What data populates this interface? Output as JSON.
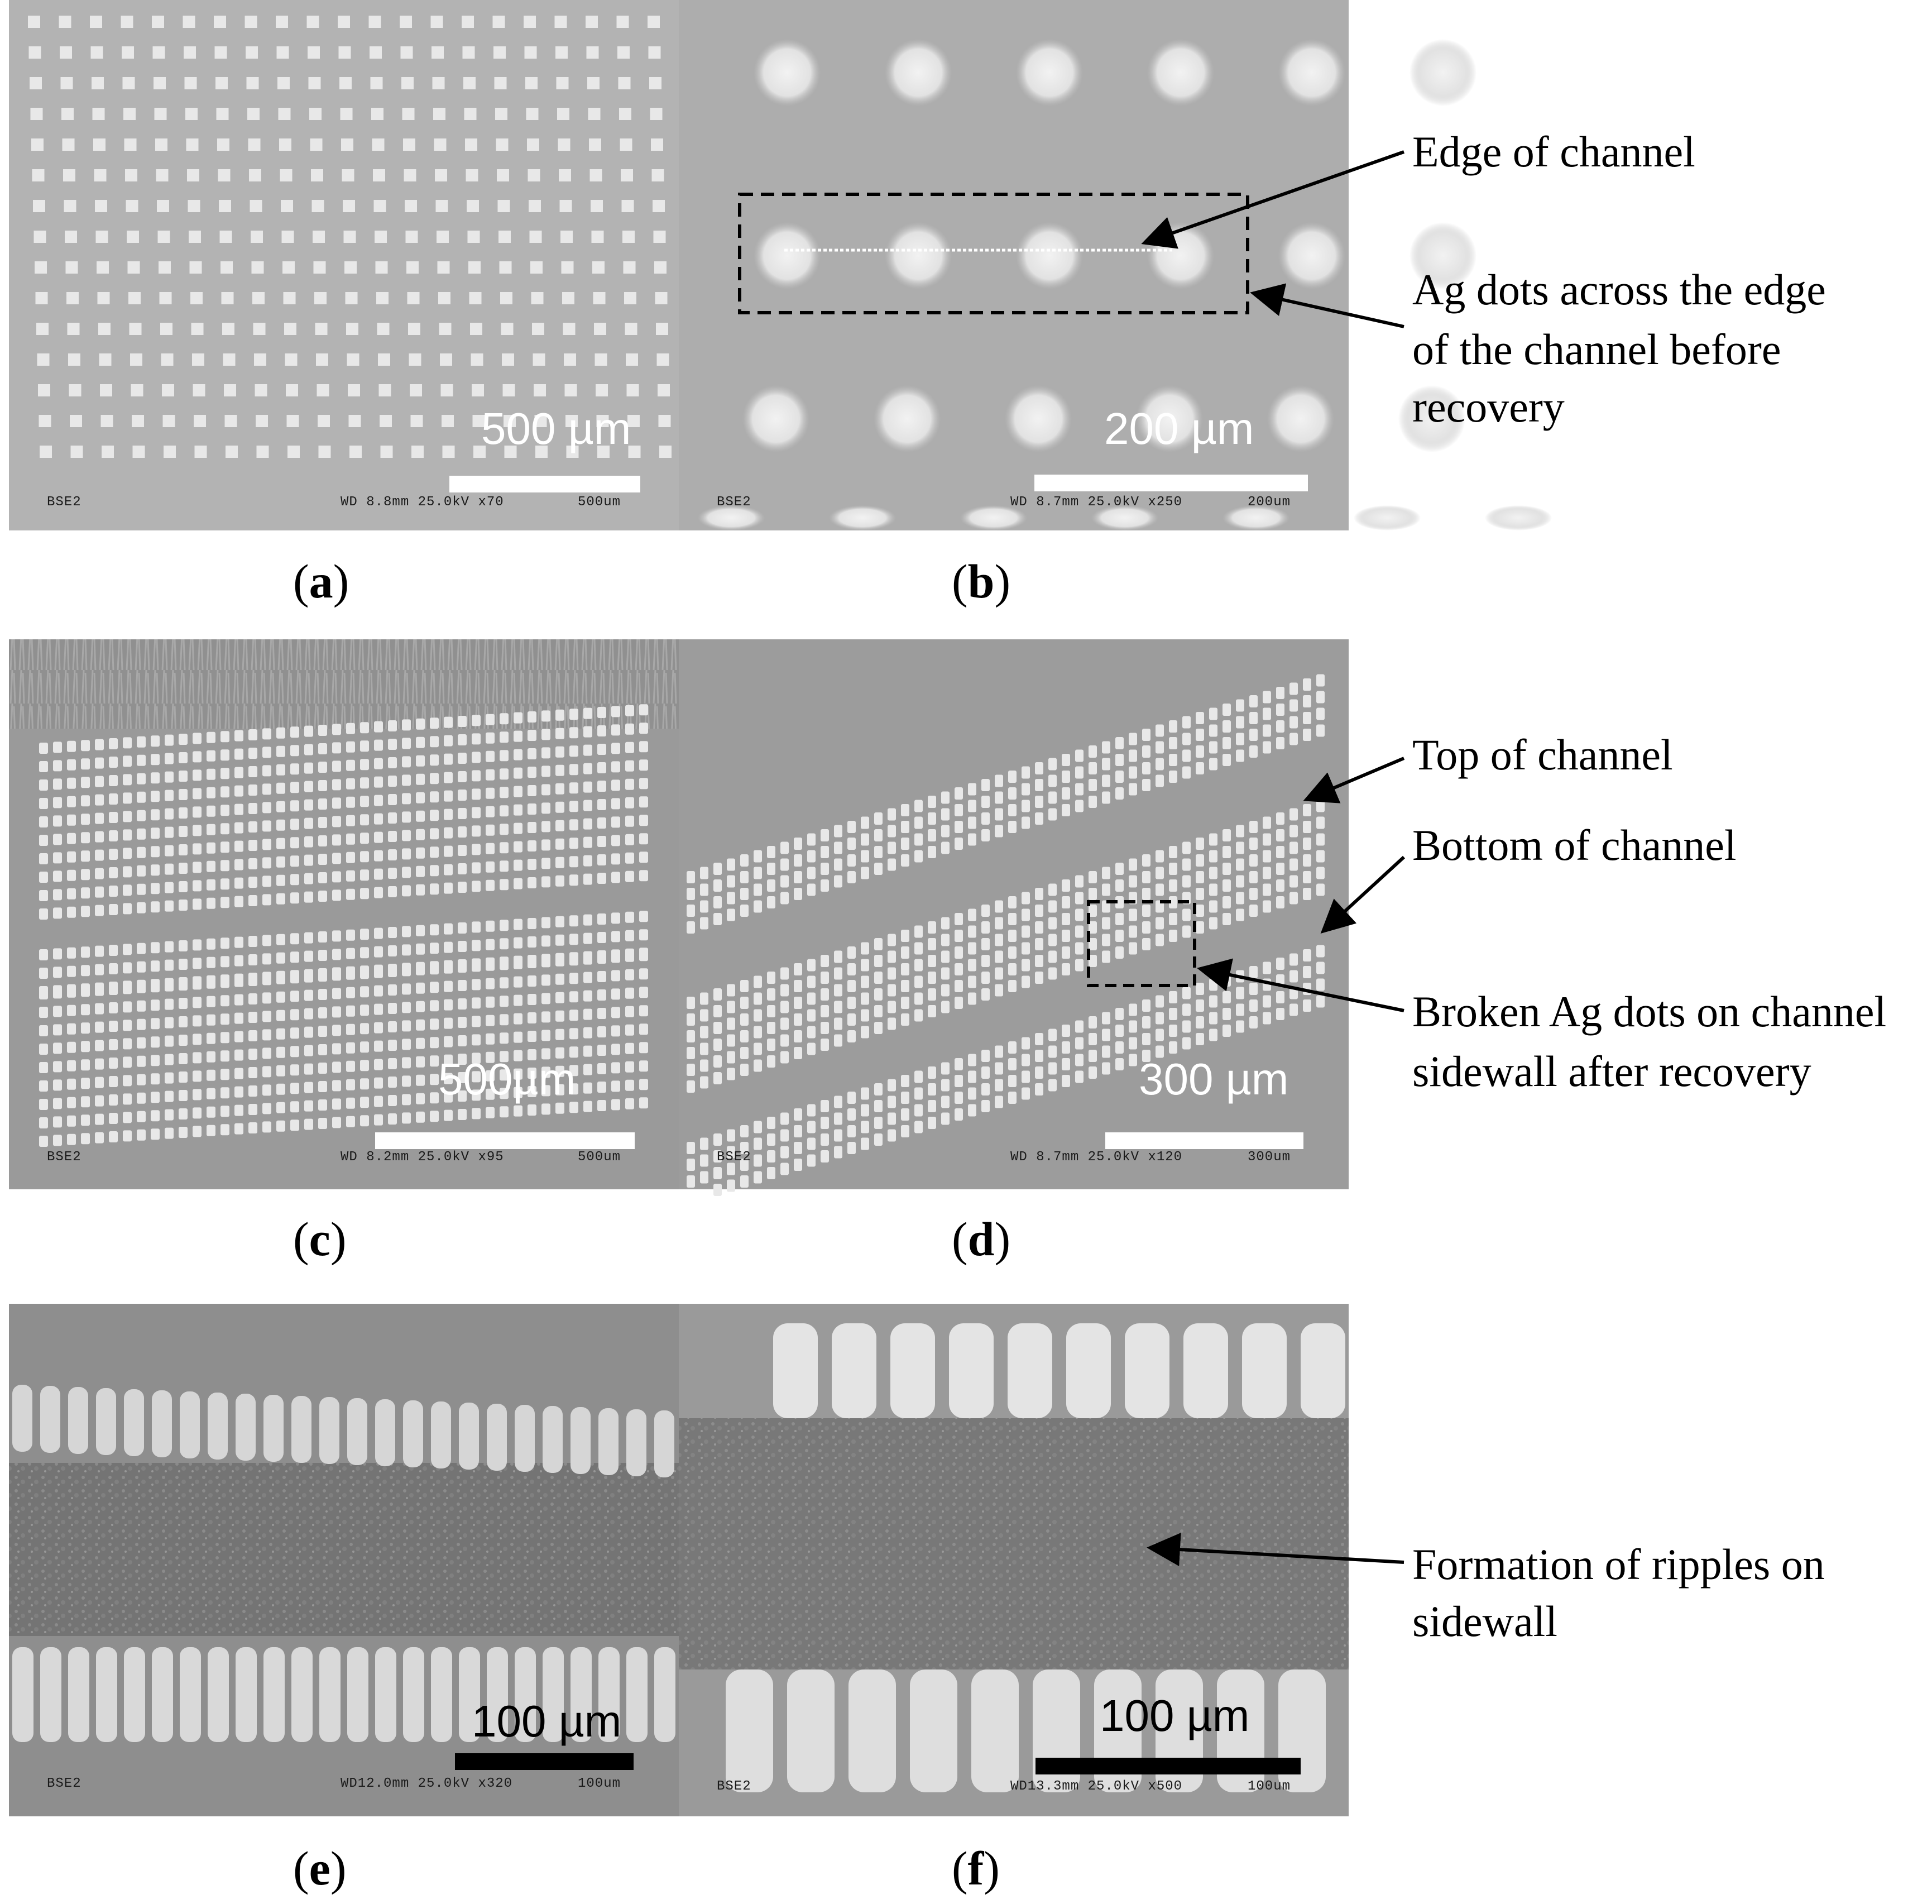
{
  "panels": [
    {
      "id": "a",
      "label": "a",
      "scale_bar": "500 µm",
      "detector": "BSE2",
      "sem_info": "WD 8.8mm 25.0kV x70",
      "sem_scale": "500um"
    },
    {
      "id": "b",
      "label": "b",
      "scale_bar": "200 µm",
      "detector": "BSE2",
      "sem_info": "WD 8.7mm 25.0kV x250",
      "sem_scale": "200um"
    },
    {
      "id": "c",
      "label": "c",
      "scale_bar": "500µm",
      "detector": "BSE2",
      "sem_info": "WD 8.2mm 25.0kV x95",
      "sem_scale": "500um"
    },
    {
      "id": "d",
      "label": "d",
      "scale_bar": "300 µm",
      "detector": "BSE2",
      "sem_info": "WD 8.7mm 25.0kV x120",
      "sem_scale": "300um"
    },
    {
      "id": "e",
      "label": "e",
      "scale_bar": "100 µm",
      "detector": "BSE2",
      "sem_info": "WD12.0mm 25.0kV x320",
      "sem_scale": "100um"
    },
    {
      "id": "f",
      "label": "f",
      "scale_bar": "100 µm",
      "detector": "BSE2",
      "sem_info": "WD13.3mm 25.0kV x500",
      "sem_scale": "100um"
    }
  ],
  "annotations": {
    "edge_of_channel": "Edge of channel",
    "ag_dots_line1": "Ag dots across the edge",
    "ag_dots_line2": "of the channel before",
    "ag_dots_line3": "recovery",
    "top_of_channel": "Top of channel",
    "bottom_of_channel": "Bottom of channel",
    "broken_line1": "Broken Ag dots on channel",
    "broken_line2": "sidewall after recovery",
    "ripples_line1": "Formation of ripples on",
    "ripples_line2": "sidewall"
  },
  "colors": {
    "bg_a": "#b3b3b3",
    "bg_b": "#adadad",
    "bg_c": "#9a9a9a",
    "bg_d": "#9c9c9c",
    "bg_e": "#8e8e8e",
    "bg_f": "#9a9a9a",
    "dot": "#e8e8e8",
    "scale_bar_light": "#ffffff",
    "scale_bar_dark": "#000000"
  }
}
